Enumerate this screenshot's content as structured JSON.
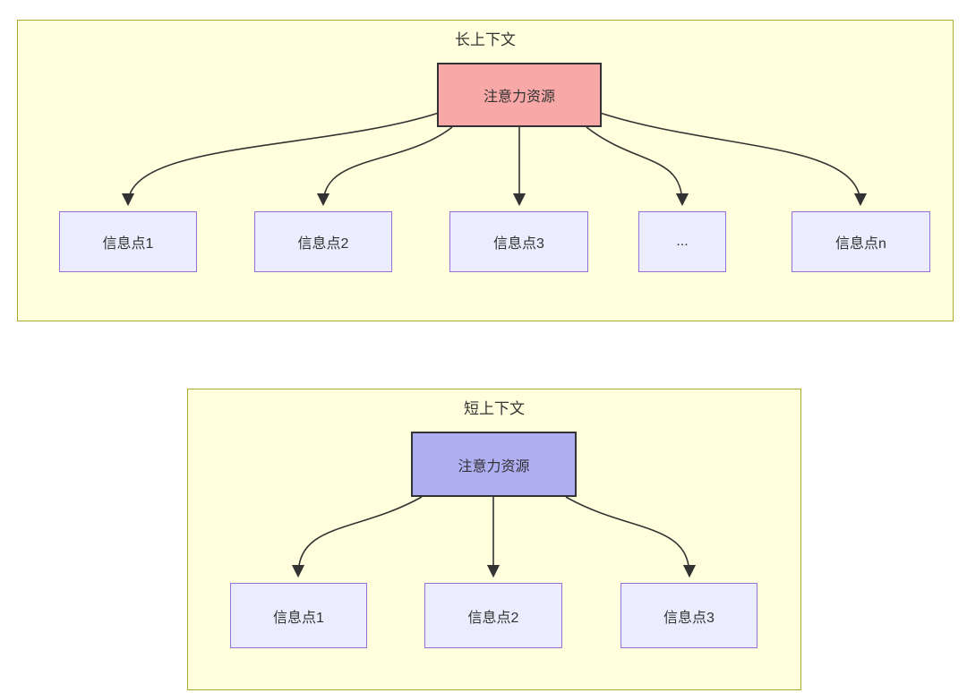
{
  "diagram": {
    "type": "attention-allocation-comparison",
    "sections": [
      {
        "title": "长上下文",
        "source": {
          "label": "注意力资源",
          "fill": "#f9a8a8"
        },
        "targets": [
          {
            "label": "信息点1"
          },
          {
            "label": "信息点2"
          },
          {
            "label": "信息点3"
          },
          {
            "label": "..."
          },
          {
            "label": "信息点n"
          }
        ]
      },
      {
        "title": "短上下文",
        "source": {
          "label": "注意力资源",
          "fill": "#aeaef2"
        },
        "targets": [
          {
            "label": "信息点1"
          },
          {
            "label": "信息点2"
          },
          {
            "label": "信息点3"
          }
        ]
      }
    ],
    "colors": {
      "section_background": "#ffffde",
      "section_border": "#aaaa33",
      "source_border": "#333333",
      "target_background": "#ececff",
      "target_border": "#9370db",
      "arrow": "#333333",
      "text": "#333333",
      "page_background": "#ffffff"
    }
  }
}
